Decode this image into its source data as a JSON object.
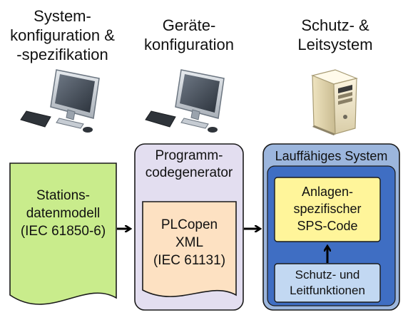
{
  "columns": [
    {
      "title_lines": [
        "System-",
        "konfiguration &",
        "-spezifikation"
      ],
      "icon": "desktop-computer-icon"
    },
    {
      "title_lines": [
        "Geräte-",
        "konfiguration"
      ],
      "icon": "desktop-computer-icon"
    },
    {
      "title_lines": [
        "Schutz- &",
        "Leitsystem"
      ],
      "icon": "server-tower-icon"
    }
  ],
  "stationsdatenmodell": {
    "lines": [
      "Stations-",
      "datenmodell",
      "(IEC 61850-6)"
    ],
    "fill": "#c9ec8c"
  },
  "programmcodegenerator": {
    "title_lines": [
      "Programm-",
      "codegenerator"
    ],
    "fill": "#e3def0",
    "inner": {
      "lines": [
        "PLCopen",
        "XML",
        "(IEC 61131)"
      ],
      "fill": "#fde1c2"
    }
  },
  "lauffaehiges_system": {
    "title": "Lauffähiges System",
    "fill": "#9cb6dd",
    "inner_fill": "#3f6ec3",
    "sps_code": {
      "lines": [
        "Anlagen-",
        "spezifischer",
        "SPS-Code"
      ],
      "fill": "#fff59a"
    },
    "funktionen": {
      "lines": [
        "Schutz- und",
        "Leitfunktionen"
      ],
      "fill": "#c2d8f2"
    }
  }
}
